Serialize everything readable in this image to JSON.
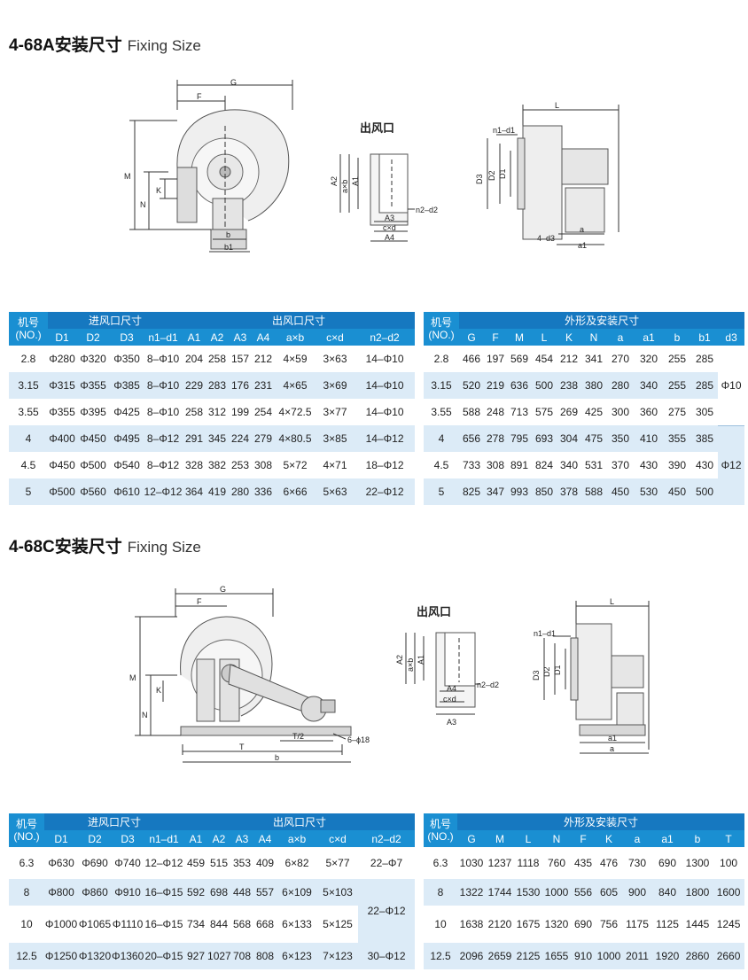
{
  "section_a": {
    "title_cn": "4-68A安装尺寸",
    "title_en": "Fixing Size",
    "outlet_label": "出风口",
    "dim_labels": {
      "G": "G",
      "F": "F",
      "M": "M",
      "N": "N",
      "K": "K",
      "b": "b",
      "b1": "b1",
      "A2": "A2",
      "axb": "a×b",
      "A1": "A1",
      "A3": "A3",
      "cxd": "c×d",
      "A4": "A4",
      "n2d2": "n2–d2",
      "L": "L",
      "n1d1": "n1–d1",
      "D3": "D3",
      "D2": "D2",
      "D1": "D1",
      "d3": "4–d3",
      "a": "a",
      "a1": "a1"
    },
    "left_table": {
      "no_header": [
        "机号",
        "(NO.)"
      ],
      "group_inlet": "进风口尺寸",
      "group_outlet": "出风口尺寸",
      "columns": [
        "D1",
        "D2",
        "D3",
        "n1–d1",
        "A1",
        "A2",
        "A3",
        "A4",
        "a×b",
        "c×d",
        "n2–d2"
      ],
      "rows": [
        [
          "2.8",
          "Φ280",
          "Φ320",
          "Φ350",
          "8–Φ10",
          "204",
          "258",
          "157",
          "212",
          "4×59",
          "3×63",
          "14–Φ10"
        ],
        [
          "3.15",
          "Φ315",
          "Φ355",
          "Φ385",
          "8–Φ10",
          "229",
          "283",
          "176",
          "231",
          "4×65",
          "3×69",
          "14–Φ10"
        ],
        [
          "3.55",
          "Φ355",
          "Φ395",
          "Φ425",
          "8–Φ10",
          "258",
          "312",
          "199",
          "254",
          "4×72.5",
          "3×77",
          "14–Φ10"
        ],
        [
          "4",
          "Φ400",
          "Φ450",
          "Φ495",
          "8–Φ12",
          "291",
          "345",
          "224",
          "279",
          "4×80.5",
          "3×85",
          "14–Φ12"
        ],
        [
          "4.5",
          "Φ450",
          "Φ500",
          "Φ540",
          "8–Φ12",
          "328",
          "382",
          "253",
          "308",
          "5×72",
          "4×71",
          "18–Φ12"
        ],
        [
          "5",
          "Φ500",
          "Φ560",
          "Φ610",
          "12–Φ12",
          "364",
          "419",
          "280",
          "336",
          "6×66",
          "5×63",
          "22–Φ12"
        ]
      ]
    },
    "right_table": {
      "no_header": [
        "机号",
        "(NO.)"
      ],
      "group": "外形及安装尺寸",
      "columns": [
        "G",
        "F",
        "M",
        "L",
        "K",
        "N",
        "a",
        "a1",
        "b",
        "b1",
        "d3"
      ],
      "rows": [
        [
          "2.8",
          "466",
          "197",
          "569",
          "454",
          "212",
          "341",
          "270",
          "320",
          "255",
          "285"
        ],
        [
          "3.15",
          "520",
          "219",
          "636",
          "500",
          "238",
          "380",
          "280",
          "340",
          "255",
          "285"
        ],
        [
          "3.55",
          "588",
          "248",
          "713",
          "575",
          "269",
          "425",
          "300",
          "360",
          "275",
          "305"
        ],
        [
          "4",
          "656",
          "278",
          "795",
          "693",
          "304",
          "475",
          "350",
          "410",
          "355",
          "385"
        ],
        [
          "4.5",
          "733",
          "308",
          "891",
          "824",
          "340",
          "531",
          "370",
          "430",
          "390",
          "430"
        ],
        [
          "5",
          "825",
          "347",
          "993",
          "850",
          "378",
          "588",
          "450",
          "530",
          "450",
          "500"
        ]
      ],
      "d3_merged": [
        "Φ10",
        "Φ12"
      ]
    }
  },
  "section_c": {
    "title_cn": "4-68C安装尺寸",
    "title_en": "Fixing Size",
    "outlet_label": "出风口",
    "dim_labels": {
      "G": "G",
      "F": "F",
      "M": "M",
      "K": "K",
      "N": "N",
      "T2": "T/2",
      "T": "T",
      "b": "b",
      "phi18": "6–ϕ18",
      "A2": "A2",
      "axb": "a×b",
      "A1": "A1",
      "A4": "A4",
      "cxd": "c×d",
      "A3": "A3",
      "n2d2": "n2–d2",
      "L": "L",
      "n1d1": "n1–d1",
      "D3": "D3",
      "D2": "D2",
      "D1": "D1",
      "a1": "a1",
      "a": "a"
    },
    "left_table": {
      "no_header": [
        "机号",
        "(NO.)"
      ],
      "group_inlet": "进风口尺寸",
      "group_outlet": "出风口尺寸",
      "columns": [
        "D1",
        "D2",
        "D3",
        "n1–d1",
        "A1",
        "A2",
        "A3",
        "A4",
        "a×b",
        "c×d",
        "n2–d2"
      ],
      "rows": [
        [
          "6.3",
          "Φ630",
          "Φ690",
          "Φ740",
          "12–Φ12",
          "459",
          "515",
          "353",
          "409",
          "6×82",
          "5×77",
          "22–Φ7"
        ],
        [
          "8",
          "Φ800",
          "Φ860",
          "Φ910",
          "16–Φ15",
          "592",
          "698",
          "448",
          "557",
          "6×109",
          "5×103",
          ""
        ],
        [
          "10",
          "Φ1000",
          "Φ1065",
          "Φ1110",
          "16–Φ15",
          "734",
          "844",
          "568",
          "668",
          "6×133",
          "5×125",
          ""
        ],
        [
          "12.5",
          "Φ1250",
          "Φ1320",
          "Φ1360",
          "20–Φ15",
          "927",
          "1027",
          "708",
          "808",
          "6×123",
          "7×123",
          "30–Φ12"
        ]
      ],
      "n2d2_merged": "22–Φ12"
    },
    "right_table": {
      "no_header": [
        "机号",
        "(NO.)"
      ],
      "group": "外形及安装尺寸",
      "columns": [
        "G",
        "M",
        "L",
        "N",
        "F",
        "K",
        "a",
        "a1",
        "b",
        "T"
      ],
      "rows": [
        [
          "6.3",
          "1030",
          "1237",
          "1118",
          "760",
          "435",
          "476",
          "730",
          "690",
          "1300",
          "100"
        ],
        [
          "8",
          "1322",
          "1744",
          "1530",
          "1000",
          "556",
          "605",
          "900",
          "840",
          "1800",
          "1600"
        ],
        [
          "10",
          "1638",
          "2120",
          "1675",
          "1320",
          "690",
          "756",
          "1175",
          "1125",
          "1445",
          "1245"
        ],
        [
          "12.5",
          "2096",
          "2659",
          "2125",
          "1655",
          "910",
          "1000",
          "2011",
          "1920",
          "2860",
          "2660"
        ]
      ]
    }
  }
}
